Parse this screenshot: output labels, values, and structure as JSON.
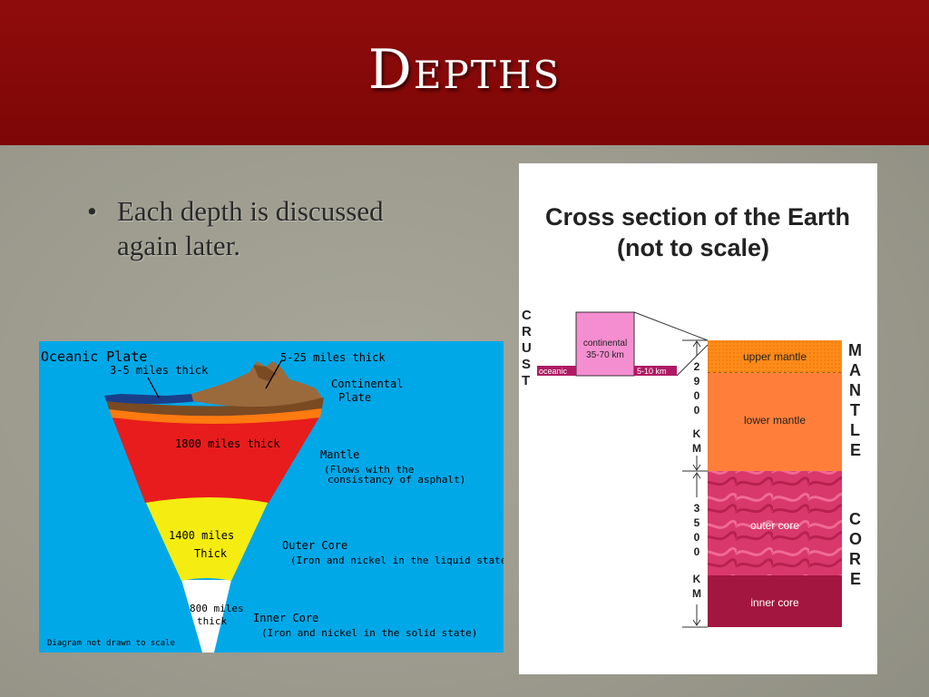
{
  "slide": {
    "title": "Depths",
    "bullets": [
      "Each depth is discussed again later."
    ]
  },
  "left_diagram": {
    "labels": {
      "oceanic_plate": "Oceanic Plate",
      "oceanic_thick": "3-5 miles thick",
      "continental_thick": "5-25 miles thick",
      "continental_plate_line1": "Continental",
      "continental_plate_line2": "Plate",
      "mantle_thick": "1800 miles thick",
      "mantle": "Mantle",
      "mantle_note_line1": "(Flows with the",
      "mantle_note_line2": "consistancy of asphalt)",
      "outer_thick_line1": "1400 miles",
      "outer_thick_line2": "Thick",
      "outer_core": "Outer Core",
      "outer_core_note": "(Iron and nickel in the liquid state)",
      "inner_thick_line1": "800 miles",
      "inner_thick_line2": "thick",
      "inner_core": "Inner Core",
      "inner_core_note": "(Iron and nickel in the solid state)",
      "footer": "Diagram not drawn to scale"
    },
    "colors": {
      "background": "#00a8e8",
      "mantle": "#e81c1c",
      "outer_core": "#f5ec12",
      "inner_core": "#ffffff",
      "crust": "#9b6a3c"
    }
  },
  "right_diagram": {
    "title_line1": "Cross section of the Earth",
    "title_line2": "(not to scale)",
    "crust_label": "CRUST",
    "continental_label": "continental",
    "continental_range": "35-70 km",
    "oceanic_label": "oceanic",
    "oceanic_range": "5-10 km",
    "mantle_depth": "2900",
    "core_depth": "3500",
    "km": "KM",
    "mantle_label": "MANTLE",
    "core_label": "CORE",
    "layers": {
      "upper_mantle": "upper mantle",
      "lower_mantle": "lower mantle",
      "outer_core": "outer core",
      "inner_core": "inner core"
    },
    "colors": {
      "upper_mantle": "#ff8c1a",
      "lower_mantle": "#ff7f3a",
      "outer_core": "#d8386c",
      "inner_core": "#a3163f",
      "crust_box": "#f58ed0",
      "oceanic_bar": "#b01a63"
    }
  }
}
